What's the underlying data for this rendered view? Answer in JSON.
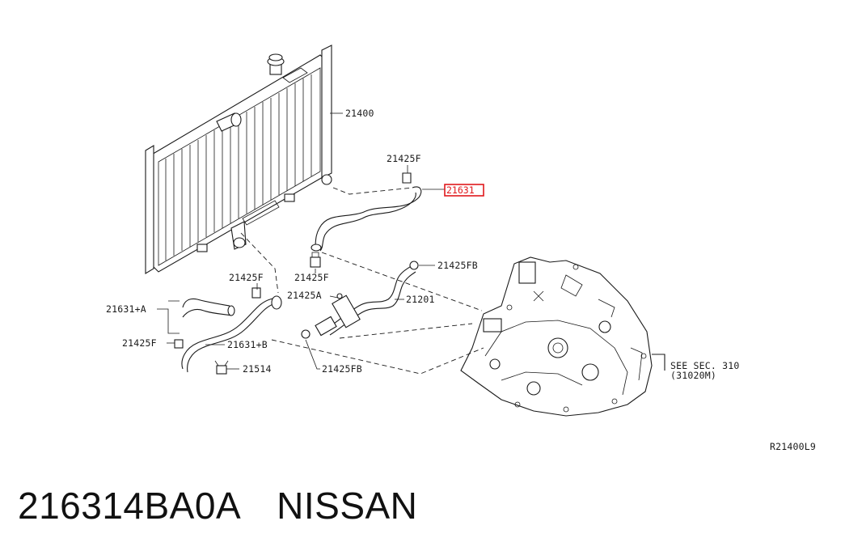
{
  "diagram": {
    "labels": {
      "radiator": "21400",
      "clip_top": "21425F",
      "hose_highlight": "21631",
      "clip_fb_top": "21425FB",
      "clip_f_left": "21425F",
      "clip_f_mid": "21425F",
      "clip_a": "21425A",
      "hose_21201": "21201",
      "hose_a": "21631+A",
      "clip_f_low": "21425F",
      "hose_b": "21631+B",
      "clip_fb_low": "21425FB",
      "bracket": "21514",
      "see_sec": "SEE SEC. 310",
      "see_sec_ref": "(31020M)",
      "diagram_code": "R21400L9"
    },
    "highlight_color": "#e0181c"
  },
  "caption": {
    "part_number": "216314BA0A",
    "brand": "NISSAN"
  }
}
